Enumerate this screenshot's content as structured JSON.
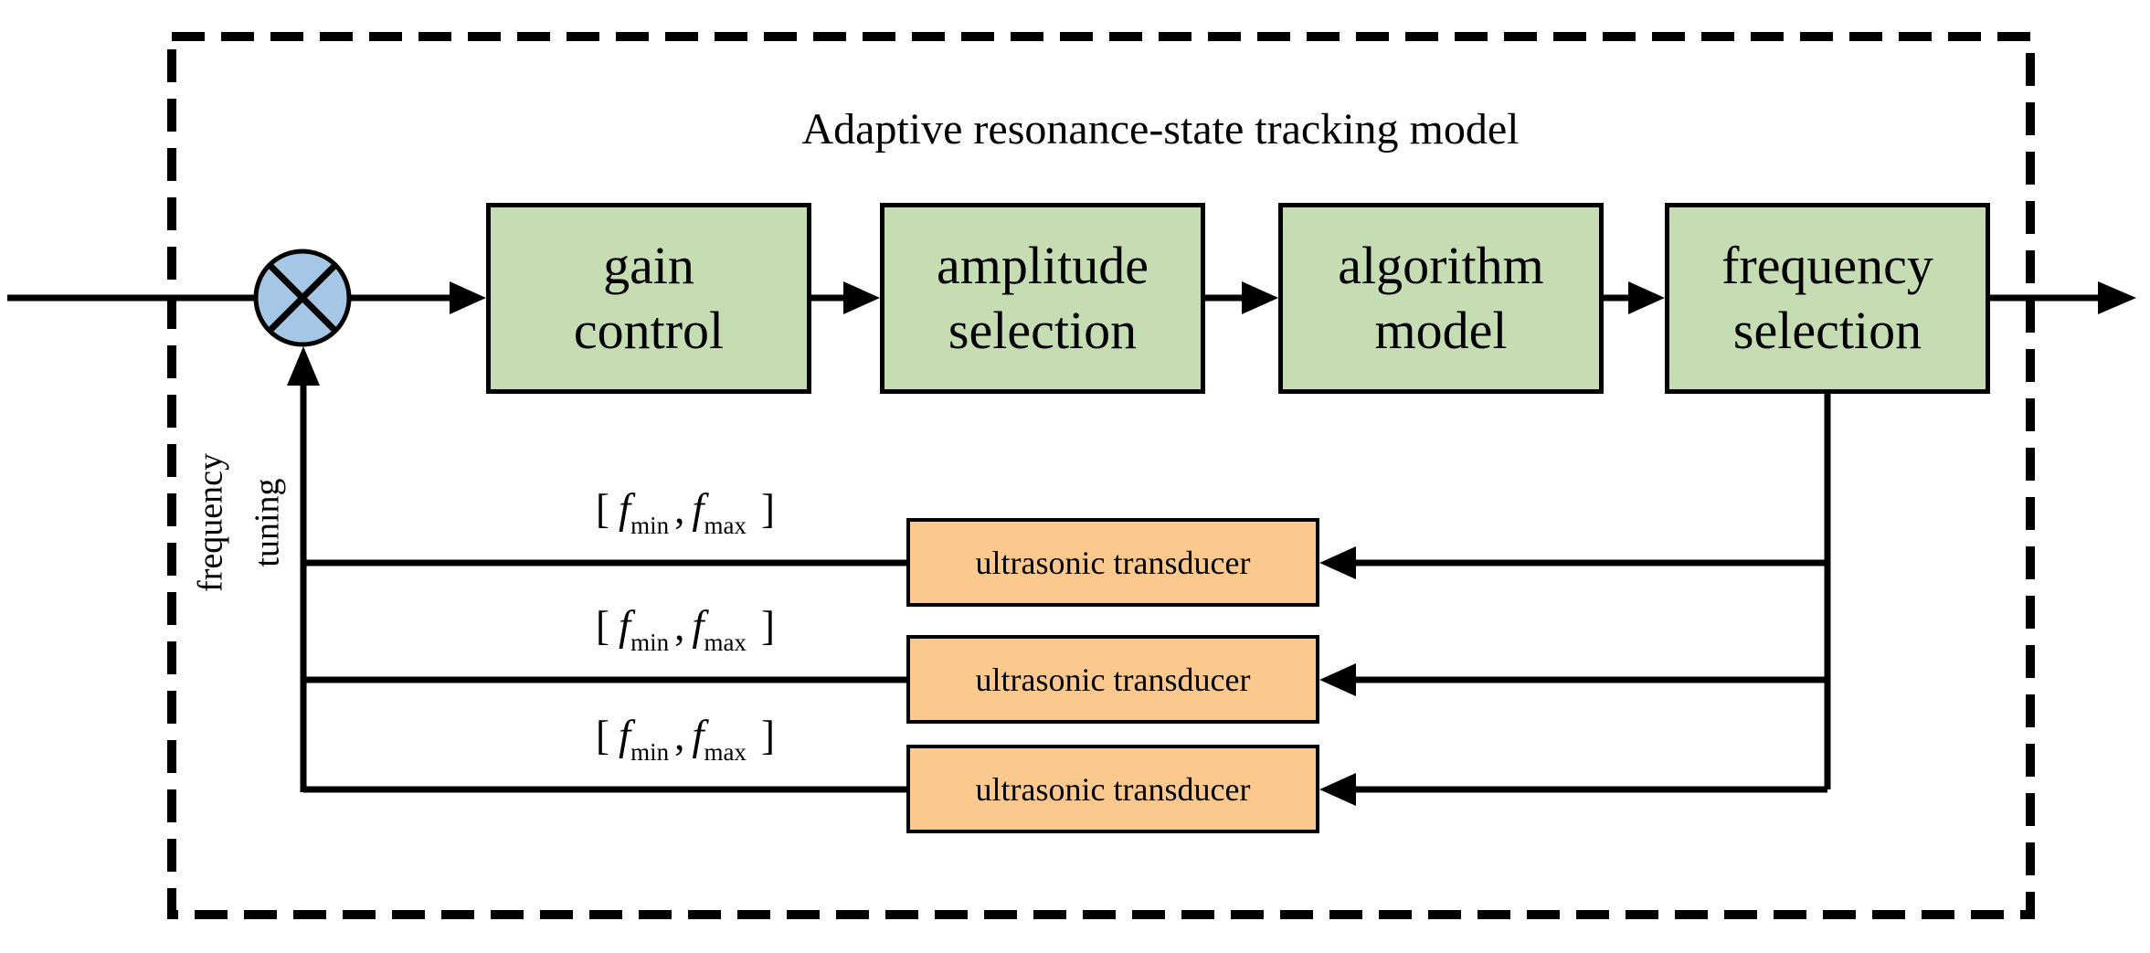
{
  "colors": {
    "block_green": "#c6ddb4",
    "block_orange": "#fbc88e",
    "multiplier_blue": "#a6c6e6",
    "line_black": "#000000"
  },
  "diagram": {
    "title": "Adaptive resonance-state tracking model",
    "pipeline_blocks": [
      {
        "line1": "gain",
        "line2": "control"
      },
      {
        "line1": "amplitude",
        "line2": "selection"
      },
      {
        "line1": "algorithm",
        "line2": "model"
      },
      {
        "line1": "frequency",
        "line2": "selection"
      }
    ],
    "transducers": [
      {
        "label": "ultrasonic transducer"
      },
      {
        "label": "ultrasonic transducer"
      },
      {
        "label": "ultrasonic transducer"
      }
    ],
    "range_label": {
      "open": "[",
      "f": "f",
      "sub_min": "min",
      "comma": ",",
      "sub_max": "max",
      "close": "]"
    },
    "feedback_label": {
      "line1": "frequency",
      "line2": "tuning"
    }
  }
}
